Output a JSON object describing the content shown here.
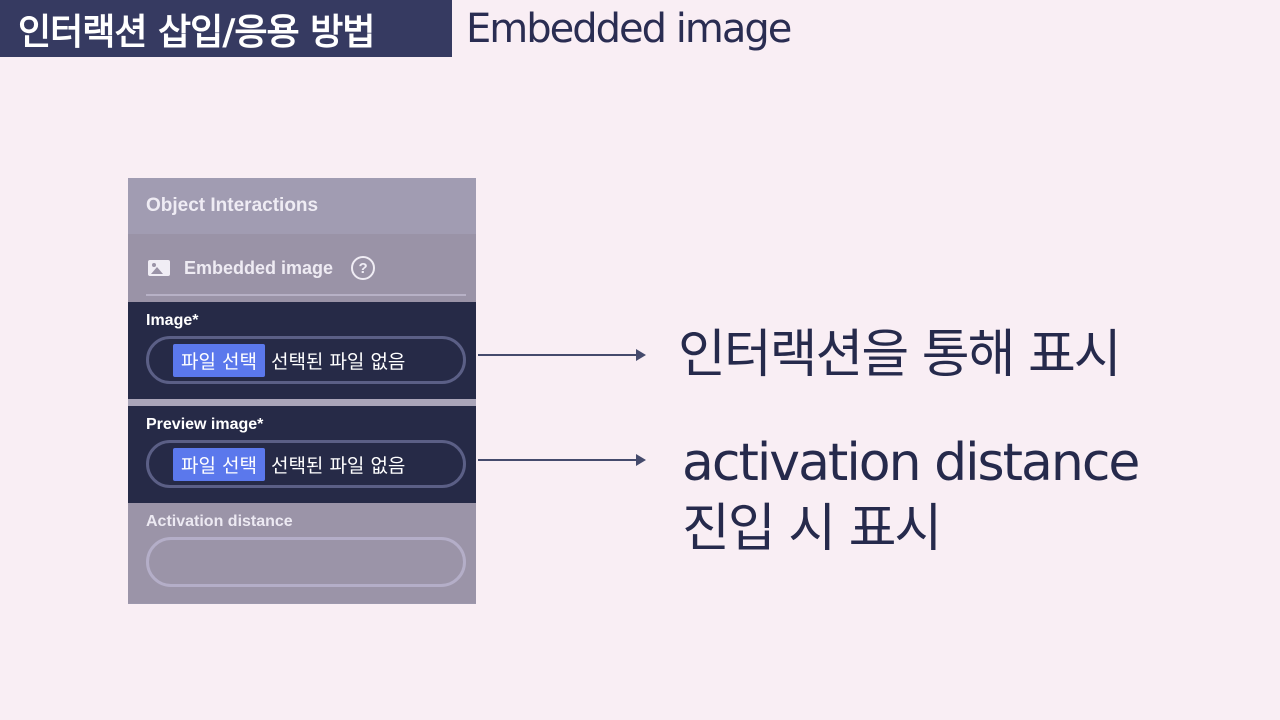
{
  "title": {
    "main": "인터랙션 삽입/응용 방법",
    "sub": "Embedded image"
  },
  "panel": {
    "header": "Object Interactions",
    "section": {
      "icon": "image-icon",
      "label": "Embedded image",
      "help_icon": "help-circle-icon",
      "help_glyph": "?"
    },
    "fields": [
      {
        "label": "Image*",
        "button_label": "파일 선택",
        "status_text": "선택된 파일 없음"
      },
      {
        "label": "Preview image*",
        "button_label": "파일 선택",
        "status_text": "선택된 파일 없음"
      },
      {
        "label": "Activation distance",
        "value": ""
      }
    ]
  },
  "annotations": [
    {
      "text": "인터랙션을 통해 표시"
    },
    {
      "line1": "activation distance",
      "line2": "진입 시 표시"
    }
  ],
  "colors": {
    "background": "#f9eef4",
    "title_bg": "#363a61",
    "dark_field": "#262a47",
    "panel": "#9d98ad",
    "file_button": "#5b78ec"
  }
}
